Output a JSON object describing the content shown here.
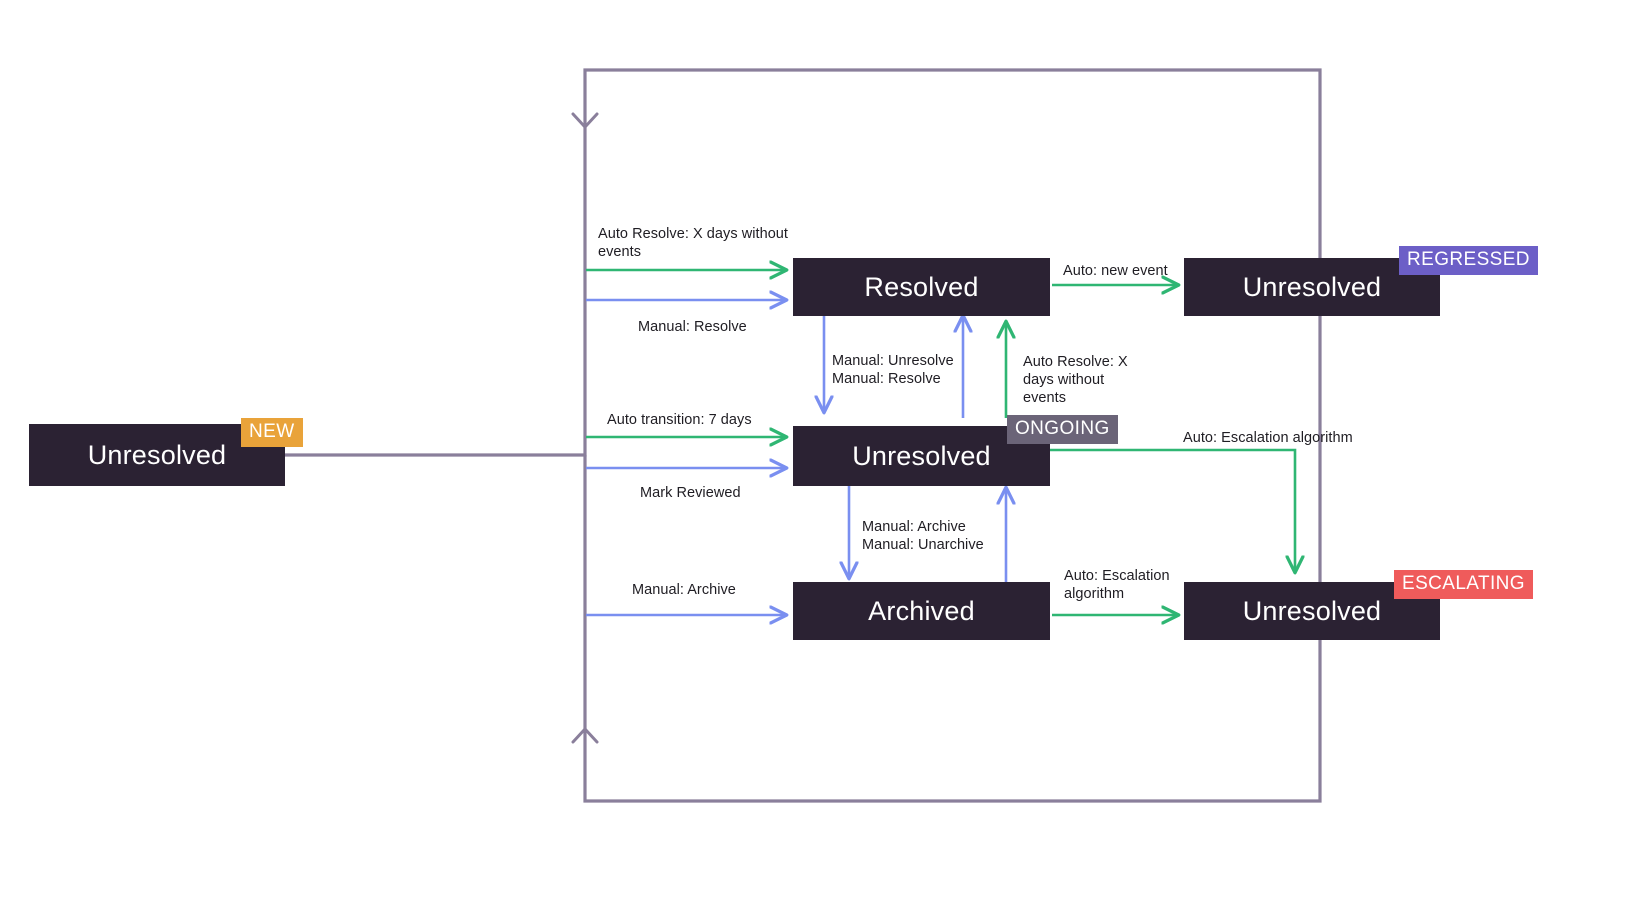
{
  "diagram": {
    "type": "state-transition-diagram",
    "background": "#ffffff",
    "colors": {
      "node_fill": "#2b2233",
      "node_text": "#ffffff",
      "auto_edge": "#2fb673",
      "manual_edge": "#7a8ff0",
      "outer_path": "#8a7f9b",
      "label_text": "#1f1d23",
      "badge_new": "#e9a33a",
      "badge_ongoing": "#6b6478",
      "badge_regressed": "#6c5fc7",
      "badge_escalating": "#ef5b5b"
    },
    "nodes": [
      {
        "id": "new",
        "label": "Unresolved",
        "badge": "NEW",
        "badge_color": "#e9a33a"
      },
      {
        "id": "resolved",
        "label": "Resolved",
        "badge": null,
        "badge_color": null
      },
      {
        "id": "ongoing",
        "label": "Unresolved",
        "badge": "ONGOING",
        "badge_color": "#6b6478"
      },
      {
        "id": "archived",
        "label": "Archived",
        "badge": null,
        "badge_color": null
      },
      {
        "id": "regressed",
        "label": "Unresolved",
        "badge": "REGRESSED",
        "badge_color": "#6c5fc7"
      },
      {
        "id": "escalating",
        "label": "Unresolved",
        "badge": "ESCALATING",
        "badge_color": "#ef5b5b"
      }
    ],
    "edge_labels": {
      "auto_resolve_x_days_top": "Auto Resolve: X days without\nevents",
      "manual_resolve": "Manual: Resolve",
      "manual_unresolve_resolve": "Manual: Unresolve\nManual: Resolve",
      "auto_resolve_x_days_up": "Auto Resolve: X\ndays without\nevents",
      "auto_transition_7_days": "Auto transition: 7 days",
      "mark_reviewed": "Mark Reviewed",
      "manual_archive_unarchive": "Manual: Archive\nManual: Unarchive",
      "manual_archive": "Manual: Archive",
      "auto_new_event": "Auto: new event",
      "auto_escalation_algorithm_top": "Auto: Escalation algorithm",
      "auto_escalation_algorithm_bottom": "Auto: Escalation\nalgorithm"
    }
  }
}
